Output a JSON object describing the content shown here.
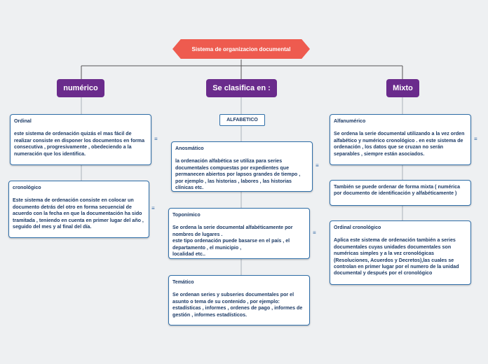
{
  "root": {
    "label": "Sistema de organizacion documental"
  },
  "categories": {
    "numerico": "numérico",
    "clasifica": "Se clasifica en :",
    "mixto": "Mixto"
  },
  "alfabetico": {
    "label": "ALFABETICO"
  },
  "nodes": {
    "ordinal": {
      "title": "Ordinal",
      "body": "este sistema de ordenación quizás el mas fácil de realizar consiste en disponer los documentos en forma consecutiva , progresivamente , obedeciendo a la numeración que los identifica."
    },
    "cronologico": {
      "title": "cronológico",
      "body": "Este sistema de ordenación consiste en colocar un documento detrás del otro en forma secuencial de acuerdo con la fecha en que la documentación ha sido tramitada , teniendo en cuenta en primer lugar del año , seguido del mes y al final del día."
    },
    "anosmatico": {
      "title": "Anosmático",
      "body": "la ordenación alfabética se utiliza para series documentales compuestas por expedientes que permanecen abiertos por lapsos grandes de tiempo , por ejemplo , las historias , labores , las historias clínicas etc."
    },
    "toponimico": {
      "title": "Toponímico",
      "body": "Se ordena la serie documental alfabéticamente por nombres de lugares .\neste tipo ordenación puede basarse en el país , el departamento , el municipio ,\nlocalidad etc.."
    },
    "tematico": {
      "title": "Temático",
      "body": "Se ordenan series y subseries documentales por el asunto o tema de su contenido , por ejemplo: estadísticas , informes , ordenes de pago , informes de gestión , informes estadísticos."
    },
    "alfanumerico": {
      "title": "Alfanumérico",
      "body": "Se ordena la serie documental utilizando a la vez orden alfabético y numérico cronológico . en este sistema de ordenación , los datos que se cruzan no serán separables , siempre están asociados."
    },
    "tambien": {
      "title": "",
      "body": "También se puede ordenar de forma mixta ( numérica por documento de identificación y alfabéticamente )"
    },
    "ordinal_cronologico": {
      "title": "Ordinal cronológico",
      "body": "Aplica este sistema de ordenación también a series documentales cuyas unidades documentales son numéricas simples y a la vez cronológicas (Resoluciones, Acuerdos y Decretos),las cuales se controlan en primer lugar por el numero de la unidad documental y después por el cronológico"
    }
  },
  "icons": {
    "note": "note-icon"
  },
  "colors": {
    "root": "#ee5b4f",
    "category": "#6a2b8c",
    "border": "#2f6ea8",
    "text": "#1d3b66",
    "background": "#eef0f2"
  }
}
